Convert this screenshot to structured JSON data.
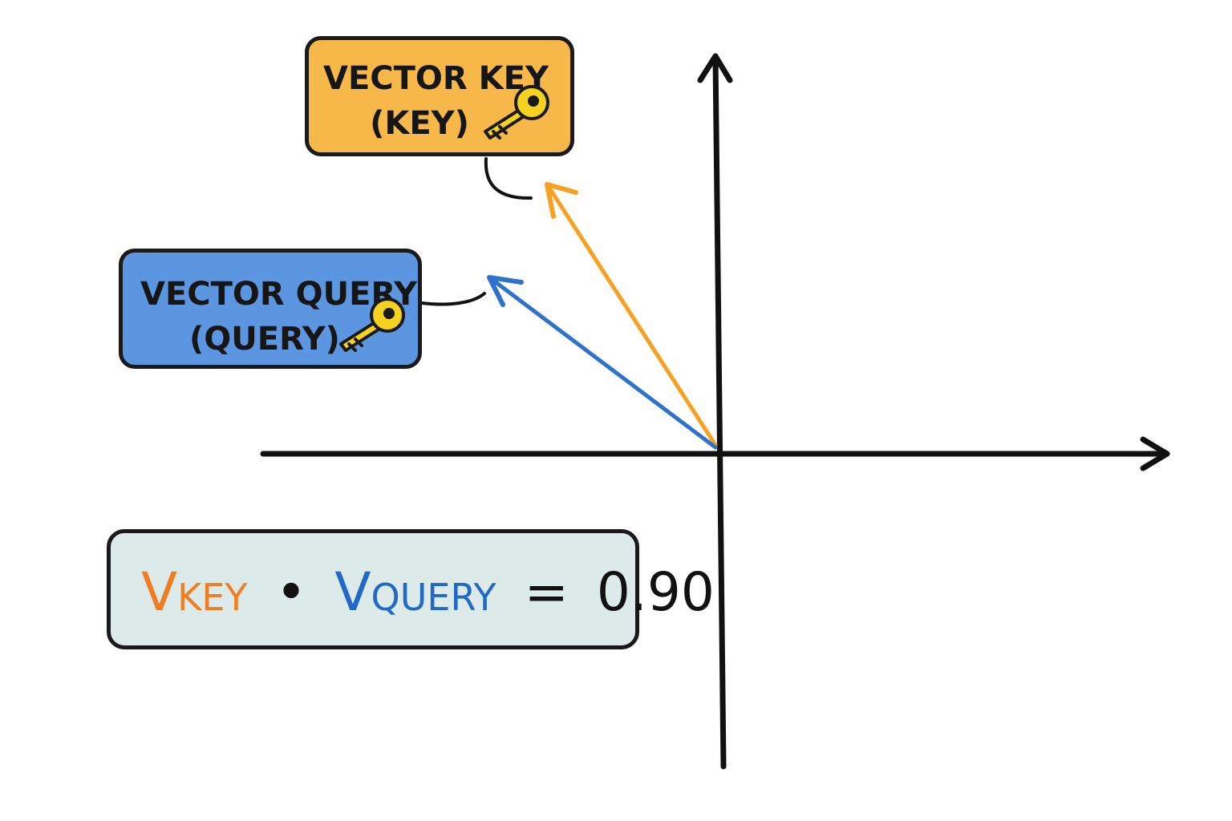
{
  "vectors": {
    "key": {
      "title": "VECTOR KEY",
      "subtitle": "(KEY)",
      "color": "#f7a021",
      "box_color": "#f7b84a",
      "icon": "key-icon"
    },
    "query": {
      "title": "VECTOR QUERY",
      "subtitle": "(QUERY)",
      "color": "#2f72cc",
      "box_color": "#5c95e0",
      "icon": "key-icon"
    }
  },
  "formula": {
    "key_v": "V",
    "key_sub": "KEY",
    "operator": "•",
    "query_v": "V",
    "query_sub": "QUERY",
    "equals": "=",
    "result": "0.90",
    "key_color": "#f07d1f",
    "query_color": "#2268c6",
    "background": "#dcebea"
  },
  "axes": {
    "color": "#111111"
  }
}
